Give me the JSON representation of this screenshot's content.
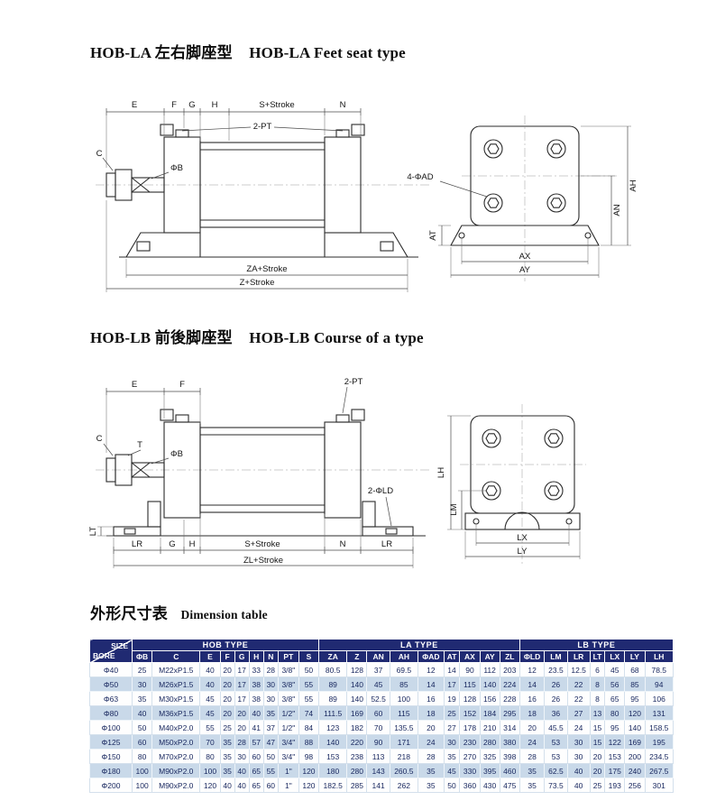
{
  "headings": {
    "section_la": {
      "zh": "HOB-LA 左右脚座型",
      "en": "HOB-LA Feet seat type"
    },
    "section_lb": {
      "zh": "HOB-LB 前後脚座型",
      "en": "HOB-LB Course of a type"
    },
    "dimension_table": {
      "zh": "外形尺寸表",
      "en": "Dimension table"
    }
  },
  "colors": {
    "header_bg": "#202a72",
    "alt_row_bg": "#c9d9e9",
    "table_text": "#17265e"
  },
  "drawing_la": {
    "labels": {
      "E": "E",
      "F": "F",
      "G": "G",
      "H": "H",
      "S_stroke": "S+Stroke",
      "N": "N",
      "two_pt": "2-PT",
      "C": "C",
      "phi_b": "ΦB",
      "za_stroke": "ZA+Stroke",
      "z_stroke": "Z+Stroke",
      "four_phi_ad": "4-ΦAD",
      "AH": "AH",
      "AN": "AN",
      "AT": "AT",
      "AX": "AX",
      "AY": "AY"
    }
  },
  "drawing_lb": {
    "labels": {
      "E": "E",
      "F": "F",
      "two_pt": "2-PT",
      "C": "C",
      "T": "T",
      "phi_b": "ΦB",
      "two_phi_ld": "2-ΦLD",
      "LT": "LT",
      "LR_left": "LR",
      "G": "G",
      "H": "H",
      "S_stroke": "S+Stroke",
      "N": "N",
      "LR_right": "LR",
      "ZL_stroke": "ZL+Stroke",
      "LH": "LH",
      "LM": "LM",
      "LX": "LX",
      "LY": "LY"
    }
  },
  "table": {
    "corner": {
      "top": "SIZE",
      "bottom": "BORE"
    },
    "groups": [
      {
        "label": "HOB TYPE",
        "span": 9
      },
      {
        "label": "LA TYPE",
        "span": 9
      },
      {
        "label": "LB TYPE",
        "span": 7
      }
    ],
    "columns": [
      "ΦB",
      "C",
      "E",
      "F",
      "G",
      "H",
      "N",
      "PT",
      "S",
      "ZA",
      "Z",
      "AN",
      "AH",
      "ΦAD",
      "AT",
      "AX",
      "AY",
      "ZL",
      "ΦLD",
      "LM",
      "LR",
      "LT",
      "LX",
      "LY",
      "LH"
    ],
    "rows": [
      {
        "size": "Φ40",
        "values": [
          "25",
          "M22xP1.5",
          "40",
          "20",
          "17",
          "33",
          "28",
          "3/8\"",
          "50",
          "80.5",
          "128",
          "37",
          "69.5",
          "12",
          "14",
          "90",
          "112",
          "203",
          "12",
          "23.5",
          "12.5",
          "6",
          "45",
          "68",
          "78.5"
        ]
      },
      {
        "size": "Φ50",
        "values": [
          "30",
          "M26xP1.5",
          "40",
          "20",
          "17",
          "38",
          "30",
          "3/8\"",
          "55",
          "89",
          "140",
          "45",
          "85",
          "14",
          "17",
          "115",
          "140",
          "224",
          "14",
          "26",
          "22",
          "8",
          "56",
          "85",
          "94"
        ]
      },
      {
        "size": "Φ63",
        "values": [
          "35",
          "M30xP1.5",
          "45",
          "20",
          "17",
          "38",
          "30",
          "3/8\"",
          "55",
          "89",
          "140",
          "52.5",
          "100",
          "16",
          "19",
          "128",
          "156",
          "228",
          "16",
          "26",
          "22",
          "8",
          "65",
          "95",
          "106"
        ]
      },
      {
        "size": "Φ80",
        "values": [
          "40",
          "M36xP1.5",
          "45",
          "20",
          "20",
          "40",
          "35",
          "1/2\"",
          "74",
          "111.5",
          "169",
          "60",
          "115",
          "18",
          "25",
          "152",
          "184",
          "295",
          "18",
          "36",
          "27",
          "13",
          "80",
          "120",
          "131"
        ]
      },
      {
        "size": "Φ100",
        "values": [
          "50",
          "M40xP2.0",
          "55",
          "25",
          "20",
          "41",
          "37",
          "1/2\"",
          "84",
          "123",
          "182",
          "70",
          "135.5",
          "20",
          "27",
          "178",
          "210",
          "314",
          "20",
          "45.5",
          "24",
          "15",
          "95",
          "140",
          "158.5"
        ]
      },
      {
        "size": "Φ125",
        "values": [
          "60",
          "M50xP2.0",
          "70",
          "35",
          "28",
          "57",
          "47",
          "3/4\"",
          "88",
          "140",
          "220",
          "90",
          "171",
          "24",
          "30",
          "230",
          "280",
          "380",
          "24",
          "53",
          "30",
          "15",
          "122",
          "169",
          "195"
        ]
      },
      {
        "size": "Φ150",
        "values": [
          "80",
          "M70xP2.0",
          "80",
          "35",
          "30",
          "60",
          "50",
          "3/4\"",
          "98",
          "153",
          "238",
          "113",
          "218",
          "28",
          "35",
          "270",
          "325",
          "398",
          "28",
          "53",
          "30",
          "20",
          "153",
          "200",
          "234.5"
        ]
      },
      {
        "size": "Φ180",
        "values": [
          "100",
          "M90xP2.0",
          "100",
          "35",
          "40",
          "65",
          "55",
          "1\"",
          "120",
          "180",
          "280",
          "143",
          "260.5",
          "35",
          "45",
          "330",
          "395",
          "460",
          "35",
          "62.5",
          "40",
          "20",
          "175",
          "240",
          "267.5"
        ]
      },
      {
        "size": "Φ200",
        "values": [
          "100",
          "M90xP2.0",
          "120",
          "40",
          "40",
          "65",
          "60",
          "1\"",
          "120",
          "182.5",
          "285",
          "141",
          "262",
          "35",
          "50",
          "360",
          "430",
          "475",
          "35",
          "73.5",
          "40",
          "25",
          "193",
          "256",
          "301"
        ]
      }
    ]
  }
}
